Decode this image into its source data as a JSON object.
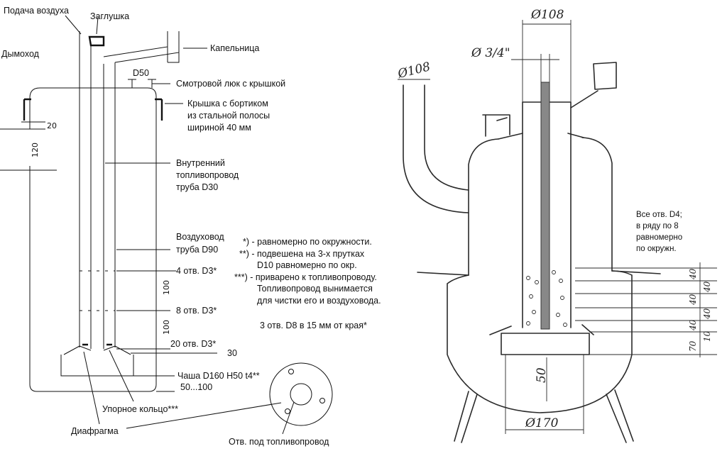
{
  "left": {
    "label_air_supply": "Подача воздуха",
    "label_plug": "Заглушка",
    "label_dropper": "Капельница",
    "label_chimney": "Дымоход",
    "label_d50": "D50",
    "label_hatch": "Смотровой люк с крышкой",
    "label_lid_1": "Крышка с бортиком",
    "label_lid_2": "из стальной полосы",
    "label_lid_3": "шириной 40 мм",
    "label_fuel_1": "Внутренний",
    "label_fuel_2": "топливопровод",
    "label_fuel_3": "труба D30",
    "label_air_duct_1": "Воздуховод",
    "label_air_duct_2": "труба D90",
    "label_holes_4": "4 отв. D3*",
    "label_holes_8": "8 отв. D3*",
    "label_holes_20": "20 отв. D3*",
    "label_bowl": "Чаша D160 H50 t4**",
    "label_bowl_gap": "50...100",
    "label_stop_ring": "Упорное кольцо***",
    "label_diaphragm": "Диафрагма",
    "dim_20": "20",
    "dim_120": "120",
    "dim_100a": "100",
    "dim_100b": "100",
    "dim_30": "30"
  },
  "notes": {
    "n1": "*) - равномерно по окружности.",
    "n2a": "**) - подвешена на 3-х прутках",
    "n2b": "D10 равномерно по окр.",
    "n3a": "***) - приварено к топливопроводу.",
    "n3b": "Топливопровод вынимается",
    "n3c": "для чистки его и воздуховода.",
    "disk_title": "3 отв. D8 в 15 мм от края*",
    "disk_hole": "Отв. под топливопровод"
  },
  "right": {
    "dim_108_top": "Ø108",
    "dim_34": "Ø 3/4\"",
    "dim_108_side": "Ø108",
    "note_1": "Все отв. D4;",
    "note_2": "в ряду по 8",
    "note_3": "равномерно",
    "note_4": "по окружн.",
    "dim_50": "50",
    "dim_170": "Ø170",
    "sd": [
      "40",
      "40",
      "40",
      "40",
      "40",
      "70",
      "10"
    ]
  }
}
